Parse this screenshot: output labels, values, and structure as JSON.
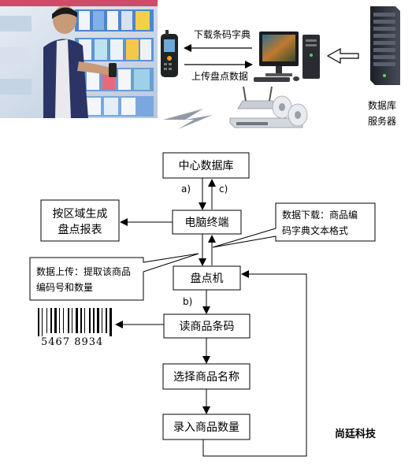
{
  "top_labels": {
    "download_dict": "下载条码字典",
    "upload_data": "上传盘点数据",
    "db_server_line1": "数据库",
    "db_server_line2": "服务器"
  },
  "flow": {
    "central_db": "中心数据库",
    "label_a": "a)",
    "label_c": "c)",
    "report_line1": "按区域生成",
    "report_line2": "盘点报表",
    "pc_terminal": "电脑终端",
    "callout_download_line1": "数据下载：商品编",
    "callout_download_line2": "码字典文本格式",
    "callout_upload_line1": "数据上传：提取该商品",
    "callout_upload_line2": "编码号和数量",
    "inventory_device": "盘点机",
    "label_b": "b)",
    "read_barcode": "读商品条码",
    "select_name": "选择商品名称",
    "enter_quantity": "录入商品数量"
  },
  "barcode_number": "5467 8934",
  "brand": "尚廷科技",
  "colors": {
    "stroke": "#000000",
    "background": "#ffffff",
    "server_body": "#2b2f38",
    "shelf_blue": "#3d78c6",
    "vest_navy": "#2a3566"
  }
}
